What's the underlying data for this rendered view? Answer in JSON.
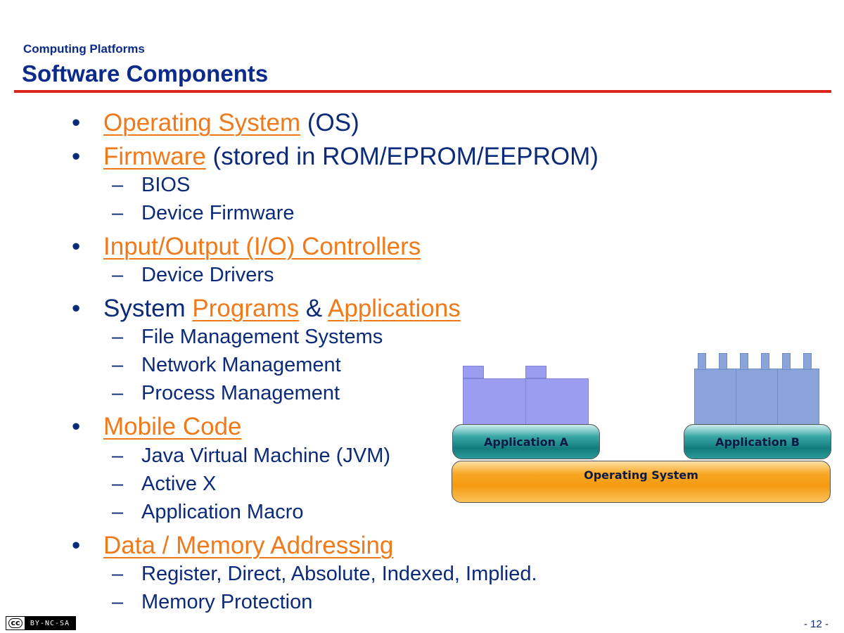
{
  "header": {
    "supertitle": "Computing Platforms",
    "title": "Software Components"
  },
  "outline": [
    {
      "level": 1,
      "parts": [
        {
          "text": "Operating System",
          "link": true
        },
        {
          "text": " (OS)",
          "link": false
        }
      ]
    },
    {
      "level": 1,
      "parts": [
        {
          "text": "Firmware",
          "link": true
        },
        {
          "text": " (stored in ROM/EPROM/EEPROM)",
          "link": false
        }
      ]
    },
    {
      "level": 2,
      "parts": [
        {
          "text": "BIOS",
          "link": false
        }
      ]
    },
    {
      "level": 2,
      "parts": [
        {
          "text": "Device Firmware",
          "link": false
        }
      ]
    },
    {
      "level": 1,
      "parts": [
        {
          "text": "Input/Output (I/O) Controllers",
          "link": true
        }
      ]
    },
    {
      "level": 2,
      "parts": [
        {
          "text": "Device Drivers",
          "link": false
        }
      ]
    },
    {
      "level": 1,
      "parts": [
        {
          "text": "System ",
          "link": false
        },
        {
          "text": "Programs",
          "link": true
        },
        {
          "text": " & ",
          "link": false
        },
        {
          "text": "Applications",
          "link": true
        }
      ]
    },
    {
      "level": 2,
      "parts": [
        {
          "text": "File Management Systems",
          "link": false
        }
      ]
    },
    {
      "level": 2,
      "parts": [
        {
          "text": "Network Management",
          "link": false
        }
      ]
    },
    {
      "level": 2,
      "parts": [
        {
          "text": "Process Management",
          "link": false
        }
      ]
    },
    {
      "level": 1,
      "parts": [
        {
          "text": "Mobile Code",
          "link": true
        }
      ]
    },
    {
      "level": 2,
      "parts": [
        {
          "text": "Java Virtual Machine (JVM)",
          "link": false
        }
      ]
    },
    {
      "level": 2,
      "parts": [
        {
          "text": "Active X",
          "link": false
        }
      ]
    },
    {
      "level": 2,
      "parts": [
        {
          "text": "Application Macro",
          "link": false
        }
      ]
    },
    {
      "level": 1,
      "parts": [
        {
          "text": "Data / Memory Addressing",
          "link": true
        }
      ]
    },
    {
      "level": 2,
      "parts": [
        {
          "text": "Register, Direct, Absolute, Indexed, Implied.",
          "link": false
        }
      ]
    },
    {
      "level": 2,
      "parts": [
        {
          "text": "Memory Protection",
          "link": false
        }
      ]
    }
  ],
  "bullets": {
    "level1": "•",
    "level2": "–"
  },
  "diagram": {
    "app_a_label": "Application A",
    "app_b_label": "Application B",
    "os_label": "Operating System"
  },
  "footer": {
    "license_icon": "cc",
    "license_text": "BY-NC-SA",
    "page_number": "- 12 -"
  },
  "colors": {
    "title_blue": "#0b2a8a",
    "rule_red": "#d9261c",
    "link_orange": "#f07a1a",
    "app_teal": "#137b7b",
    "os_orange": "#f59a12"
  }
}
